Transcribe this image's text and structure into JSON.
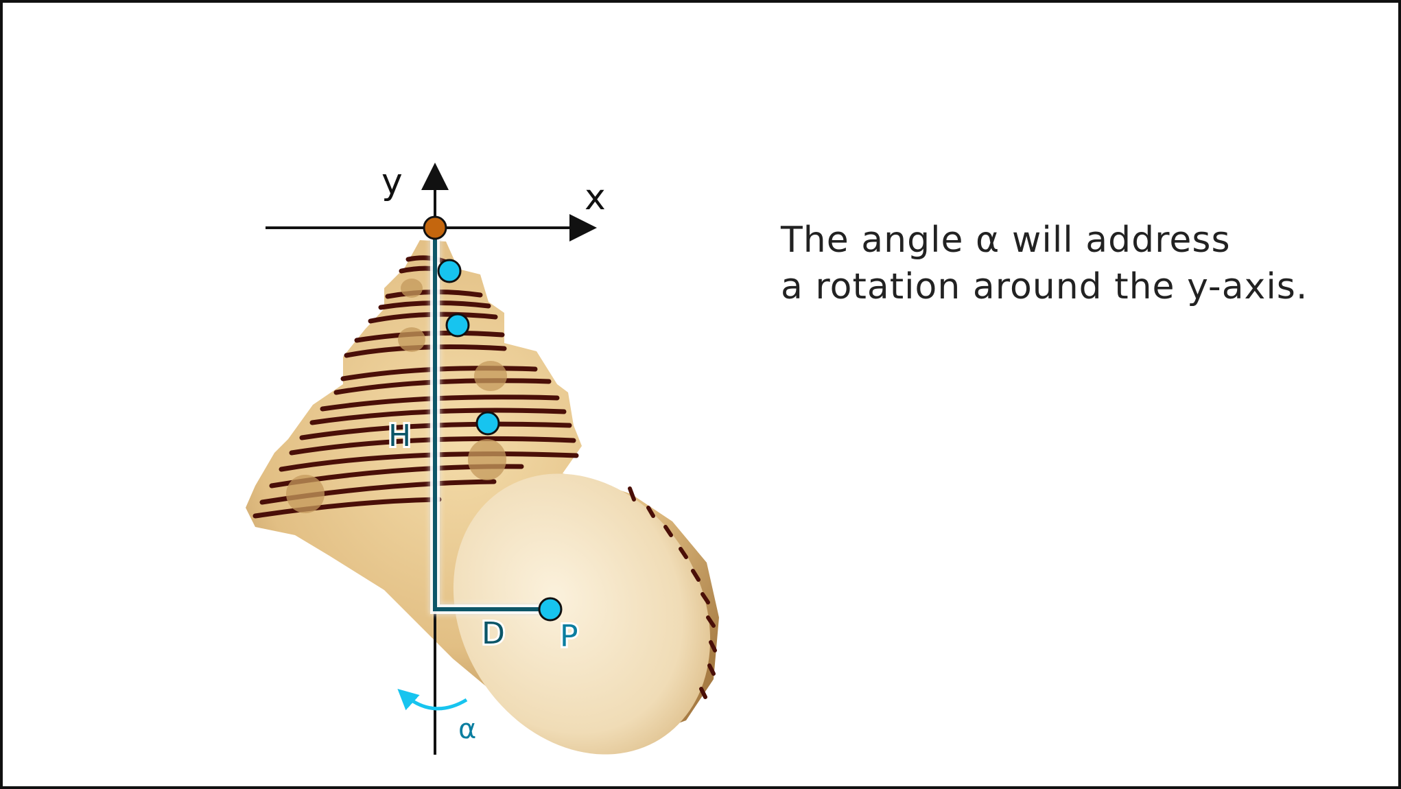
{
  "axes": {
    "x_label": "x",
    "y_label": "y"
  },
  "labels": {
    "height": "H",
    "distance": "D",
    "point": "P",
    "angle": "α"
  },
  "caption": {
    "line1": "The angle α will address",
    "line2": "a rotation around the y-axis."
  },
  "colors": {
    "axis": "#111111",
    "origin": "#c4660e",
    "marker": "#17c4ef",
    "measure_line": "#0b5668",
    "label": "#0b5668",
    "shell_body": "#e3c48f",
    "shell_aperture": "#f1dfbd",
    "shell_stripe": "#4a0f08"
  }
}
